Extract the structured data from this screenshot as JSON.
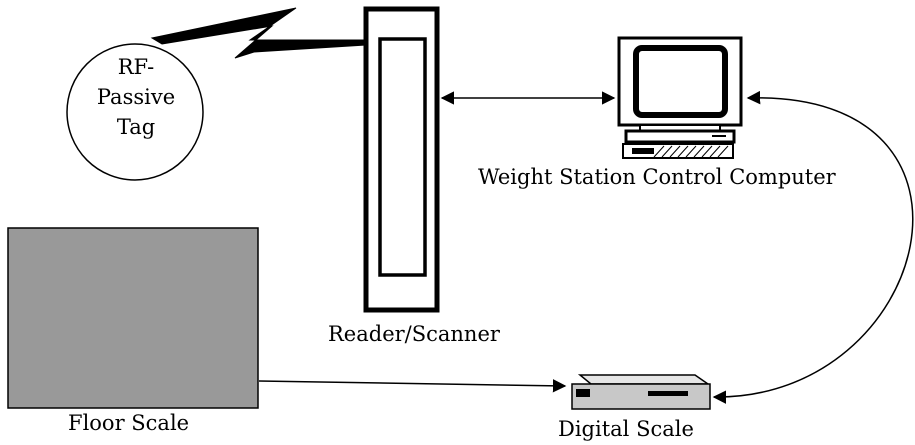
{
  "tag": {
    "lines": [
      "RF-",
      "Passive",
      "Tag"
    ]
  },
  "labels": {
    "computer": "Weight Station Control Computer",
    "reader": "Reader/Scanner",
    "floor_scale": "Floor Scale",
    "digital_scale": "Digital Scale"
  },
  "colors": {
    "floor_scale_fill": "#999999",
    "stroke": "#000000",
    "screen": "#ffffff"
  }
}
